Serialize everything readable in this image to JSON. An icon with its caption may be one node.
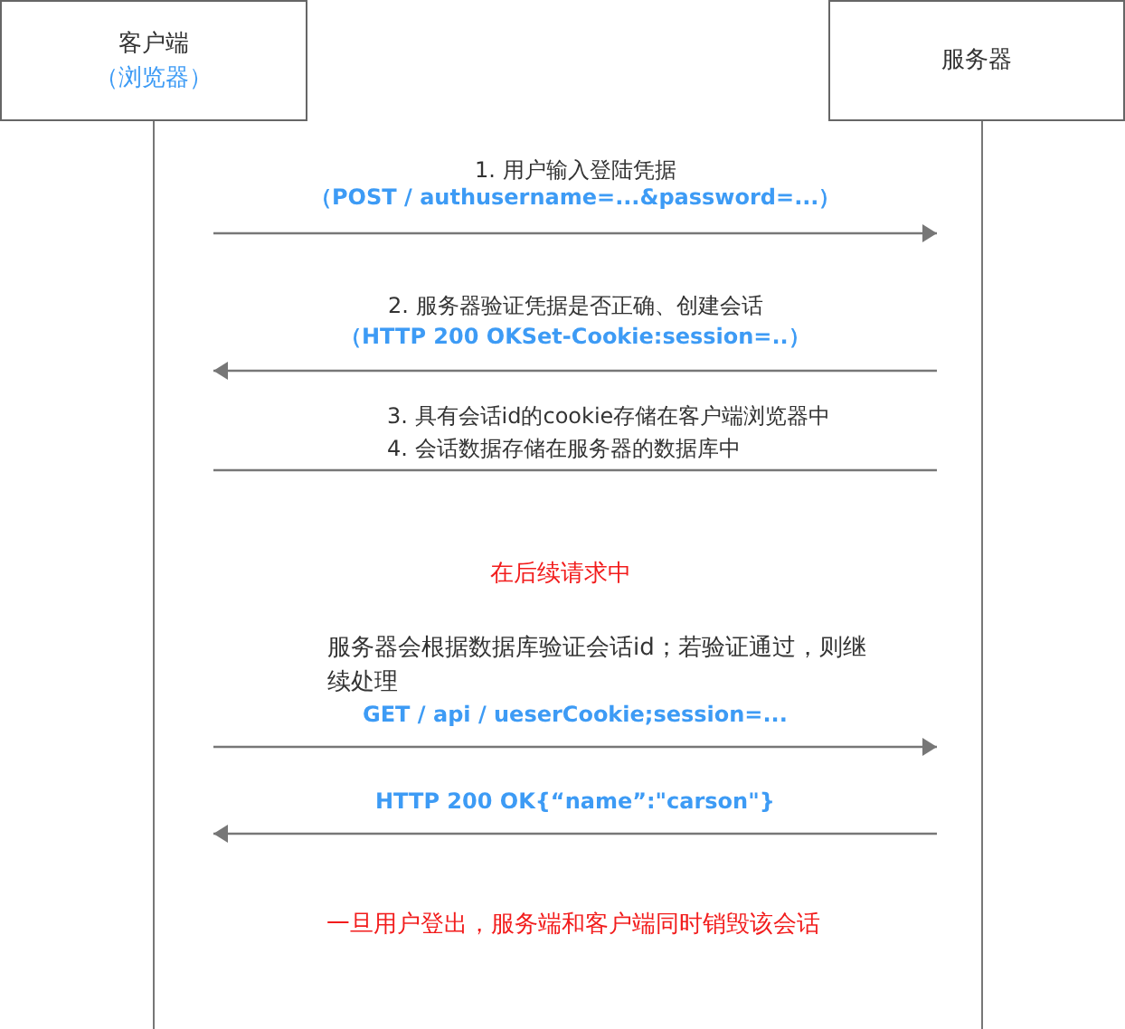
{
  "diagram": {
    "nodes": [
      {
        "text": [
          "客户端",
          "（浏览器）"
        ]
      },
      {
        "text": [
          "服务器"
        ]
      }
    ],
    "edges": [
      {
        "from": 0,
        "to": 1,
        "arrow": "to",
        "label": "1. 用户输入登陆凭据"
      },
      {
        "from": 1,
        "to": 0,
        "arrow": "to",
        "label": "2. 服务器验证凭据是否正确、创建会话"
      },
      {
        "from": 0,
        "to": 1,
        "arrow": "none",
        "label": "3. 具有会话id的cookie存储在客户端浏览器中 4. 会话数据存储在服务器的数据库中"
      },
      {
        "from": 0,
        "to": 1,
        "arrow": "to",
        "label": "GET / api / ueserCookie;session=..."
      },
      {
        "from": 1,
        "to": 0,
        "arrow": "to",
        "label": "HTTP 200 OK{“name”:\"carson\"}"
      }
    ],
    "labels": [
      "（POST / authusername=...&password=...）",
      "（HTTP 200 OKSet-Cookie:session=..）",
      "在后续请求中",
      "服务器会根据数据库验证会话id；若验证通过，则继续处理",
      "一旦用户登出，服务端和客户端同时销毁该会话"
    ]
  }
}
